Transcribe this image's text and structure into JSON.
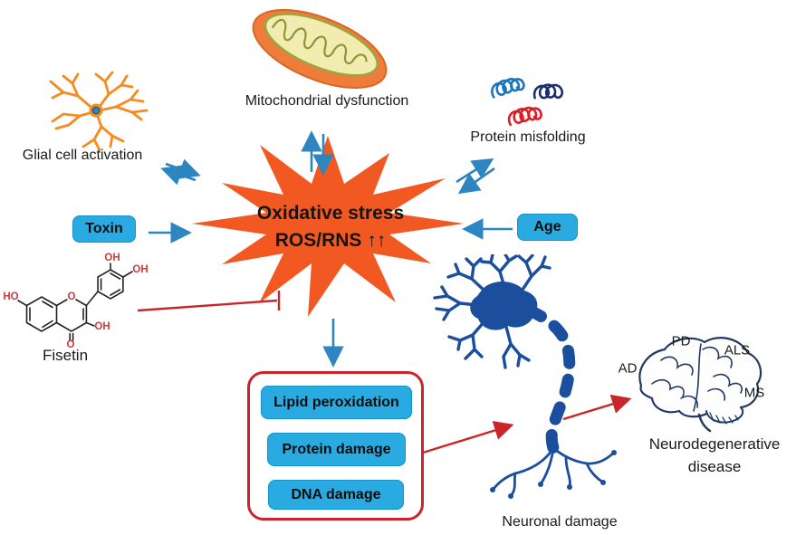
{
  "diagram": {
    "center": {
      "line1": "Oxidative stress",
      "line2": "ROS/RNS ↑↑"
    },
    "mitochondria": {
      "label": "Mitochondrial dysfunction"
    },
    "glial": {
      "label": "Glial cell activation"
    },
    "protein_misfolding": {
      "label": "Protein misfolding"
    },
    "toxin": {
      "label": "Toxin"
    },
    "age": {
      "label": "Age"
    },
    "fisetin": {
      "label": "Fisetin",
      "atoms": {
        "ho7": "HO",
        "o1": "O",
        "oh3p": "OH",
        "oh4p": "OH",
        "oh3": "OH",
        "o4": "O"
      }
    },
    "damage": {
      "items": [
        "Lipid peroxidation",
        "Protein damage",
        "DNA damage"
      ]
    },
    "neuron": {
      "label": "Neuronal damage"
    },
    "brain": {
      "ad": "AD",
      "pd": "PD",
      "als": "ALS",
      "ms": "MS",
      "caption_line1": "Neurodegenerative",
      "caption_line2": "disease"
    }
  },
  "colors": {
    "starburst_orange": "#F25922",
    "node_blue": "#29ABE2",
    "arrow_blue": "#2E86C1",
    "inhibit_red": "#C9252B",
    "neuron_blue": "#1B4F9E",
    "brain_navy": "#1F3864",
    "glial_orange": "#F68B1F",
    "mito_orange": "#EE7C3B",
    "protein_light_blue": "#1B75BB",
    "protein_navy": "#1B2F6E",
    "protein_red": "#D91F26"
  }
}
